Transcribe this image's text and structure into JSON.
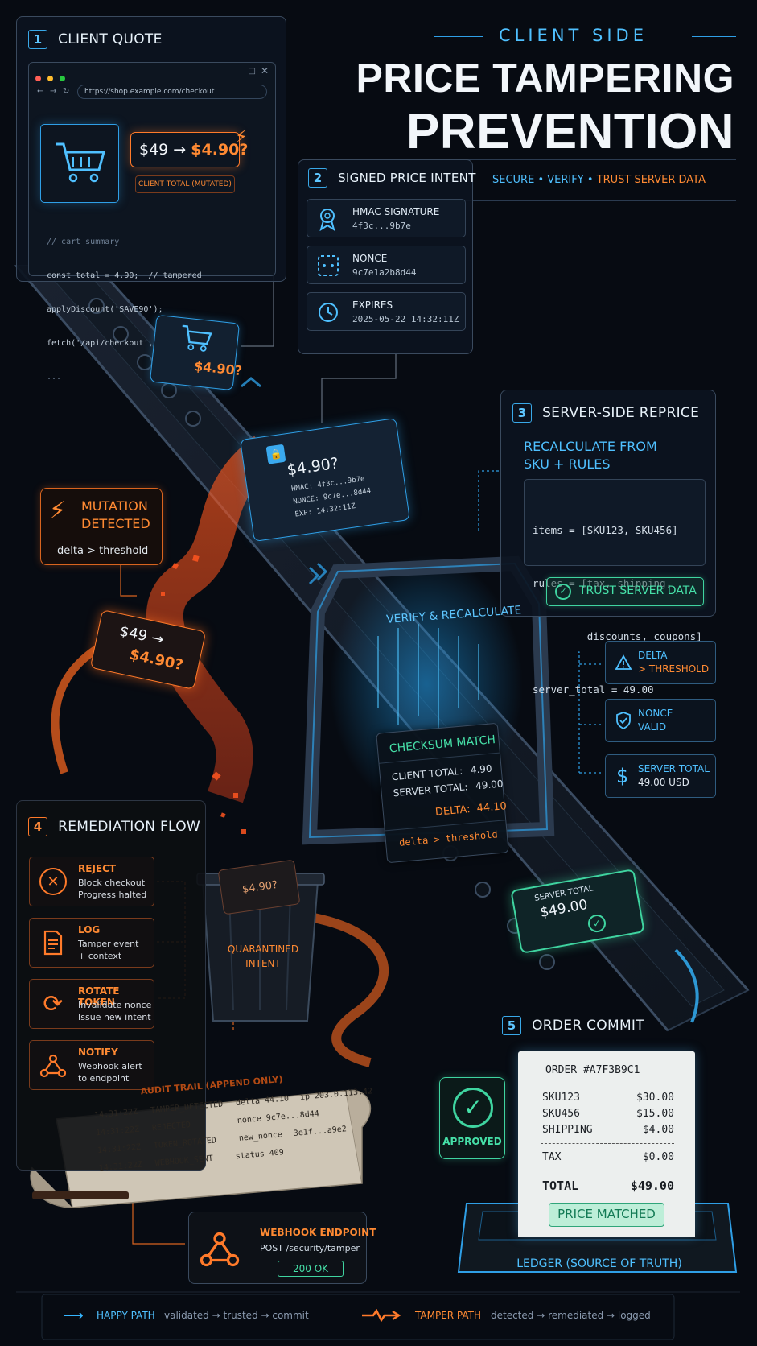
{
  "header": {
    "eyebrow": "CLIENT SIDE",
    "title_line1": "PRICE TAMPERING",
    "title_line2": "PREVENTION",
    "tagline": [
      "SECURE",
      "VERIFY",
      "TRUST SERVER DATA"
    ]
  },
  "step1": {
    "num": "1",
    "title": "CLIENT QUOTE",
    "url": "https://shop.example.com/checkout",
    "price_change": "$49 → $4.90?",
    "price_from": "$49",
    "price_to": "$4.90?",
    "badge": "CLIENT TOTAL (MUTATED)",
    "code": [
      "// cart summary",
      "const total = 4.90;  // tampered",
      "applyDiscount('SAVE90');",
      "fetch('/api/checkout', { ... })",
      "..."
    ]
  },
  "step2": {
    "num": "2",
    "title": "SIGNED PRICE INTENT",
    "items": [
      {
        "label": "HMAC SIGNATURE",
        "value": "4f3c...9b7e",
        "icon": "badge-icon"
      },
      {
        "label": "NONCE",
        "value": "9c7e1a2b8d44",
        "icon": "nonce-icon"
      },
      {
        "label": "EXPIRES",
        "value": "2025-05-22 14:32:11Z",
        "icon": "clock-icon"
      }
    ]
  },
  "conveyor": {
    "cart_price": "$4.90?",
    "token_price": "$4.90?",
    "token_hmac": "HMAC: 4f3c...9b7e",
    "token_nonce": "NONCE: 9c7e...8d44",
    "token_exp": "EXP: 14:32:11Z",
    "server_token_label": "SERVER TOTAL",
    "server_token_value": "$49.00"
  },
  "step3": {
    "num": "3",
    "title": "SERVER-SIDE REPRICE",
    "subtitle_l1": "RECALCULATE FROM",
    "subtitle_l2": "SKU + RULES",
    "code": [
      "items = [SKU123, SKU456]",
      "rules = [tax, shipping,",
      "         discounts, coupons]",
      "server_total = 49.00"
    ],
    "trust_button": "TRUST SERVER DATA"
  },
  "mutation": {
    "title_l1": "MUTATION",
    "title_l2": "DETECTED",
    "detail": "delta > threshold",
    "tampered_l1": "$49 →",
    "tampered_l2": "$4.90?"
  },
  "gate": {
    "label": "VERIFY & RECALCULATE",
    "checksum_title": "CHECKSUM MATCH",
    "client_label": "CLIENT TOTAL:",
    "client_value": "4.90",
    "server_label": "SERVER TOTAL:",
    "server_value": "49.00",
    "delta_label": "DELTA:",
    "delta_value": "44.10",
    "footer": "delta > threshold"
  },
  "checks": [
    {
      "l1": "DELTA",
      "l2": "> THRESHOLD",
      "icon": "warning-icon",
      "c1": "#4fc0ff",
      "c2": "#ff8a33"
    },
    {
      "l1": "NONCE",
      "l2": "VALID",
      "icon": "shield-check-icon",
      "c1": "#4fc0ff",
      "c2": "#4fc0ff"
    },
    {
      "l1": "SERVER TOTAL",
      "l2": "49.00 USD",
      "icon": "dollar-icon",
      "c1": "#4fc0ff",
      "c2": "#e0e8f0"
    }
  ],
  "step4": {
    "num": "4",
    "title": "REMEDIATION FLOW",
    "items": [
      {
        "title": "REJECT",
        "l1": "Block checkout",
        "l2": "Progress halted",
        "icon": "x-circle-icon"
      },
      {
        "title": "LOG",
        "l1": "Tamper event",
        "l2": "+ context",
        "icon": "document-icon"
      },
      {
        "title": "ROTATE TOKEN",
        "l1": "Invalidate nonce",
        "l2": "Issue new intent",
        "icon": "rotate-icon"
      },
      {
        "title": "NOTIFY",
        "l1": "Webhook alert",
        "l2": "to endpoint",
        "icon": "webhook-icon"
      }
    ]
  },
  "quarantine": {
    "card": "$4.90?",
    "label_l1": "QUARANTINED",
    "label_l2": "INTENT"
  },
  "audit": {
    "title": "AUDIT TRAIL (APPEND ONLY)",
    "rows": [
      {
        "time": "14:31:22Z",
        "event": "TAMPER_DETECTED",
        "detail": "delta 44.10",
        "extra": "ip 203.0.113.42"
      },
      {
        "time": "14:31:22Z",
        "event": "REJECTED",
        "detail": "nonce 9c7e...8d44",
        "extra": ""
      },
      {
        "time": "14:31:22Z",
        "event": "TOKEN_ROTATED",
        "detail": "new_nonce",
        "extra": "3e1f...a9e2"
      },
      {
        "time": "14:31:22Z",
        "event": "WEBHOOK_SENT",
        "detail": "status 409",
        "extra": ""
      }
    ]
  },
  "webhook": {
    "title": "WEBHOOK ENDPOINT",
    "path": "POST /security/tamper",
    "status": "200 OK"
  },
  "step5": {
    "num": "5",
    "title": "ORDER COMMIT",
    "approved": "APPROVED",
    "order_id": "ORDER #A7F3B9C1",
    "lines": [
      {
        "name": "SKU123",
        "amount": "$30.00"
      },
      {
        "name": "SKU456",
        "amount": "$15.00"
      },
      {
        "name": "SHIPPING",
        "amount": "$4.00"
      },
      {
        "name": "TAX",
        "amount": "$0.00"
      }
    ],
    "total_label": "TOTAL",
    "total_value": "$49.00",
    "stamp": "PRICE MATCHED",
    "ledger": "LEDGER (SOURCE OF TRUTH)"
  },
  "legend": {
    "happy_label": "HAPPY PATH",
    "happy_desc": "validated → trusted → commit",
    "tamper_label": "TAMPER PATH",
    "tamper_desc": "detected → remediated → logged"
  },
  "colors": {
    "background": "#070b12",
    "cyan": "#4fc0ff",
    "orange": "#ff8a33",
    "green": "#46e0a8"
  }
}
